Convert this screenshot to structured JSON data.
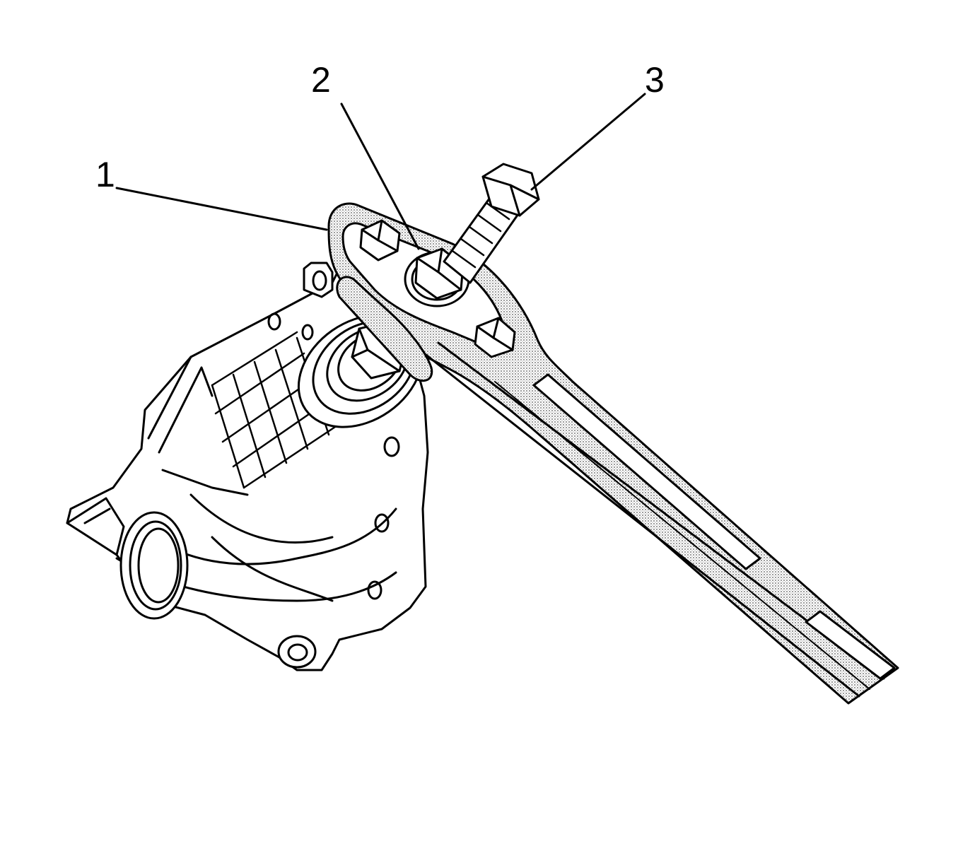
{
  "callouts": [
    {
      "label": "1"
    },
    {
      "label": "2"
    },
    {
      "label": "3"
    }
  ],
  "colors": {
    "ink": "#000000",
    "paper": "#ffffff",
    "stipple": "#b8b8b8"
  }
}
